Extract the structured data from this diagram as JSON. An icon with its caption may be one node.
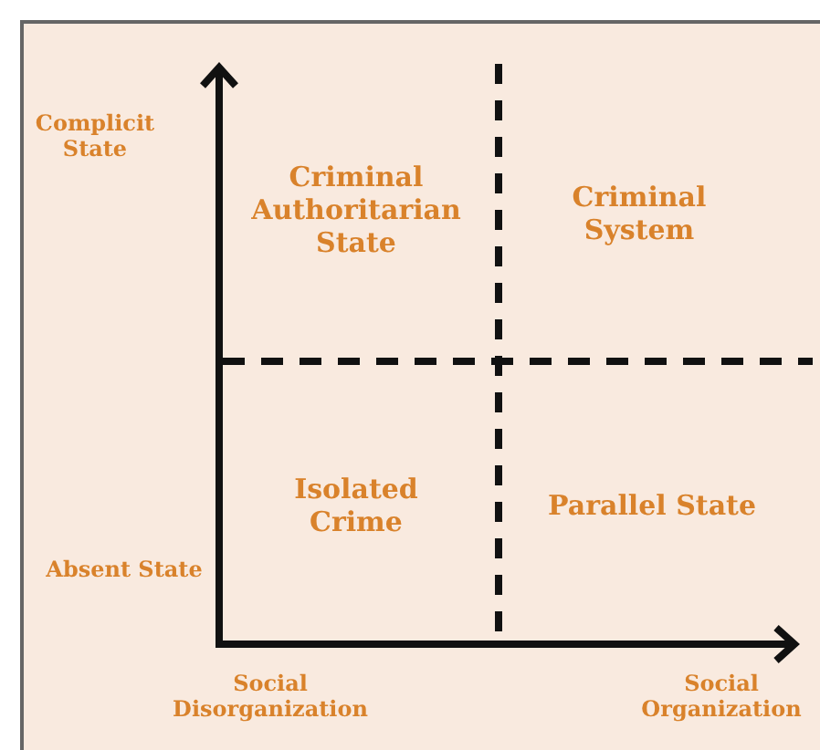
{
  "diagram": {
    "labels": [
      "Complicit State",
      "Criminal Authoritarian State",
      "Criminal System",
      "Isolated Crime",
      "Parallel State",
      "Absent State",
      "Social Disorganization",
      "Social Organization"
    ]
  }
}
